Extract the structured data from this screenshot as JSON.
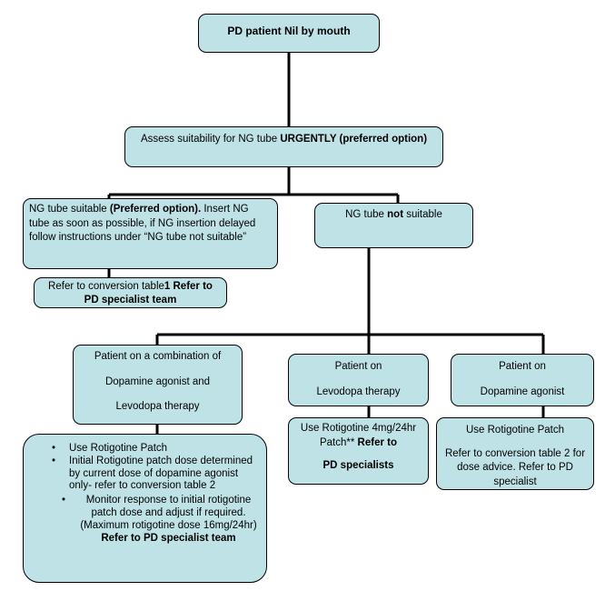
{
  "nodes": {
    "start": "PD patient Nil by mouth",
    "assess": {
      "pre": "Assess suitability for NG tube ",
      "bold": "URGENTLY (preferred option)"
    },
    "ng_suitable": {
      "pre": "NG tube suitable ",
      "bold": "(Preferred option).",
      "post": " Insert NG tube as soon as possible, if NG insertion delayed follow instructions under “NG tube not suitable”"
    },
    "ng_not_suitable": {
      "pre": "NG tube ",
      "bold": "not",
      "post": " suitable"
    },
    "refer_table1": {
      "pre": "Refer to conversion table",
      "bold": "1 Refer to PD specialist team"
    },
    "combo": {
      "line1": "Patient on a combination of",
      "line2": "Dopamine agonist and",
      "line3": "Levodopa therapy"
    },
    "levodopa": {
      "line1": "Patient on",
      "line2": "Levodopa therapy"
    },
    "agonist": {
      "line1": "Patient on",
      "line2": "Dopamine agonist"
    },
    "combo_actions": {
      "item1": "Use Rotigotine Patch",
      "item2": "Initial Rotigotine patch dose determined by current dose of dopamine agonist only- refer to conversion table 2",
      "item3": "Monitor response to initial rotigotine patch dose and adjust if required. (Maximum rotigotine dose 16mg/24hr)",
      "item3_bold": "Refer to PD specialist team"
    },
    "levodopa_action": {
      "pre": "Use Rotigotine 4mg/24hr Patch** ",
      "bold1": "Refer to",
      "bold2": "PD specialists"
    },
    "agonist_action": {
      "line1": "Use Rotigotine Patch",
      "line2": "Refer to conversion table 2 for dose advice. Refer to PD specialist"
    }
  },
  "icons": {
    "bullet": "•"
  },
  "colors": {
    "box_fill": "#bfe2e6",
    "border": "#000000"
  }
}
